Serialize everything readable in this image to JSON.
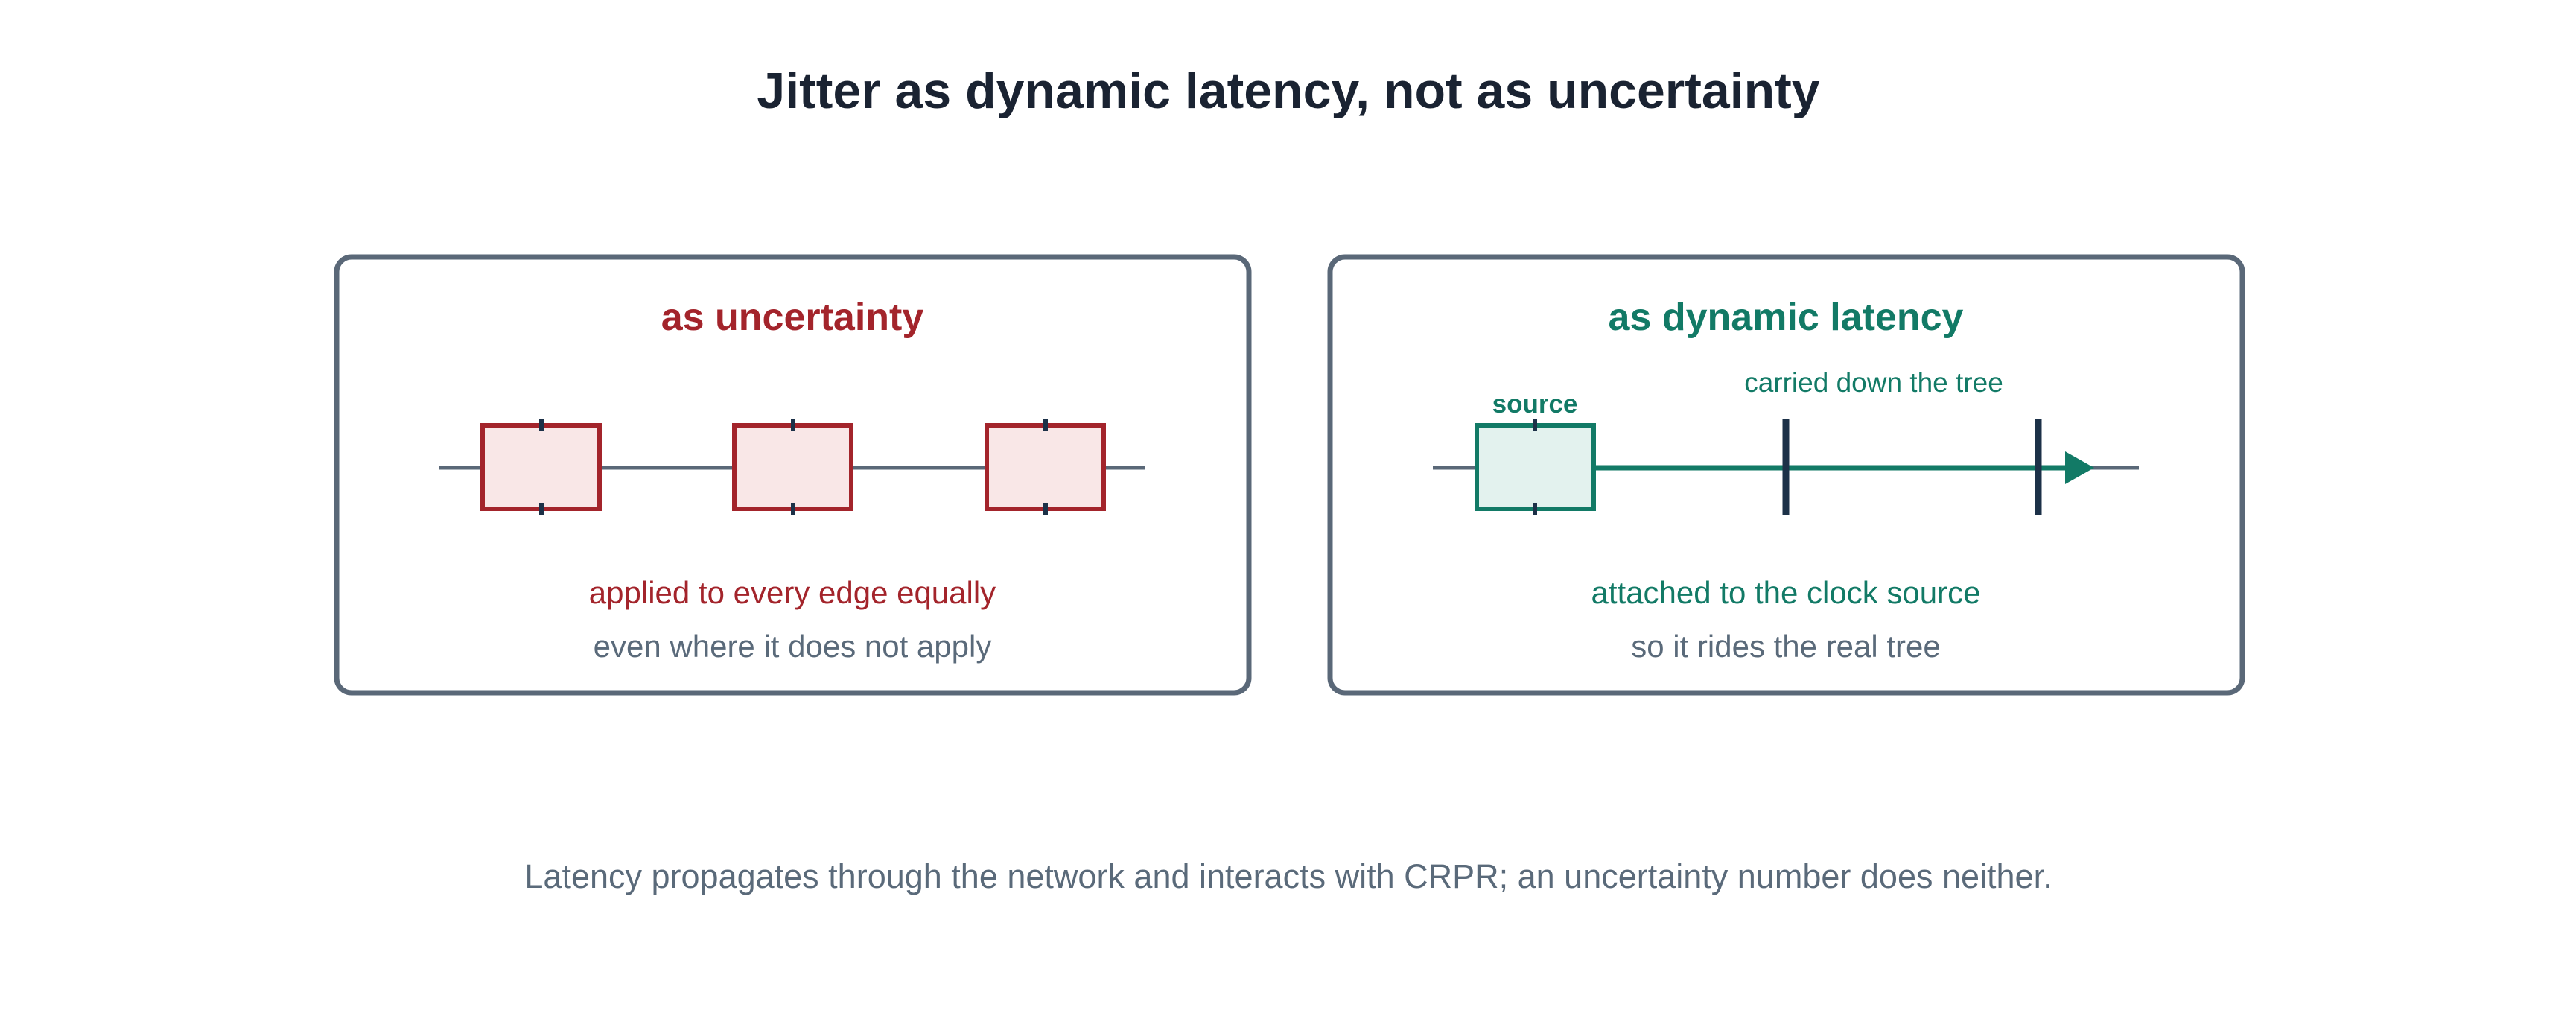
{
  "title": "Jitter as dynamic latency, not as uncertainty",
  "colors": {
    "title": "#1a2332",
    "panel_border": "#5a6878",
    "uncertainty_red": "#a3242b",
    "uncertainty_fill": "#f9e7e7",
    "latency_green": "#127a66",
    "latency_fill": "#e3f2ee",
    "muted_text": "#5a6a7a",
    "edge_tick": "#1c3148"
  },
  "left_panel": {
    "heading": "as uncertainty",
    "line1": "applied to every edge equally",
    "line2": "even where it does not apply"
  },
  "right_panel": {
    "heading": "as dynamic latency",
    "source_label": "source",
    "carried_label": "carried down the tree",
    "line1": "attached to the clock source",
    "line2": "so it rides the real tree"
  },
  "footer": "Latency propagates through the network and interacts with CRPR; an uncertainty number does neither."
}
